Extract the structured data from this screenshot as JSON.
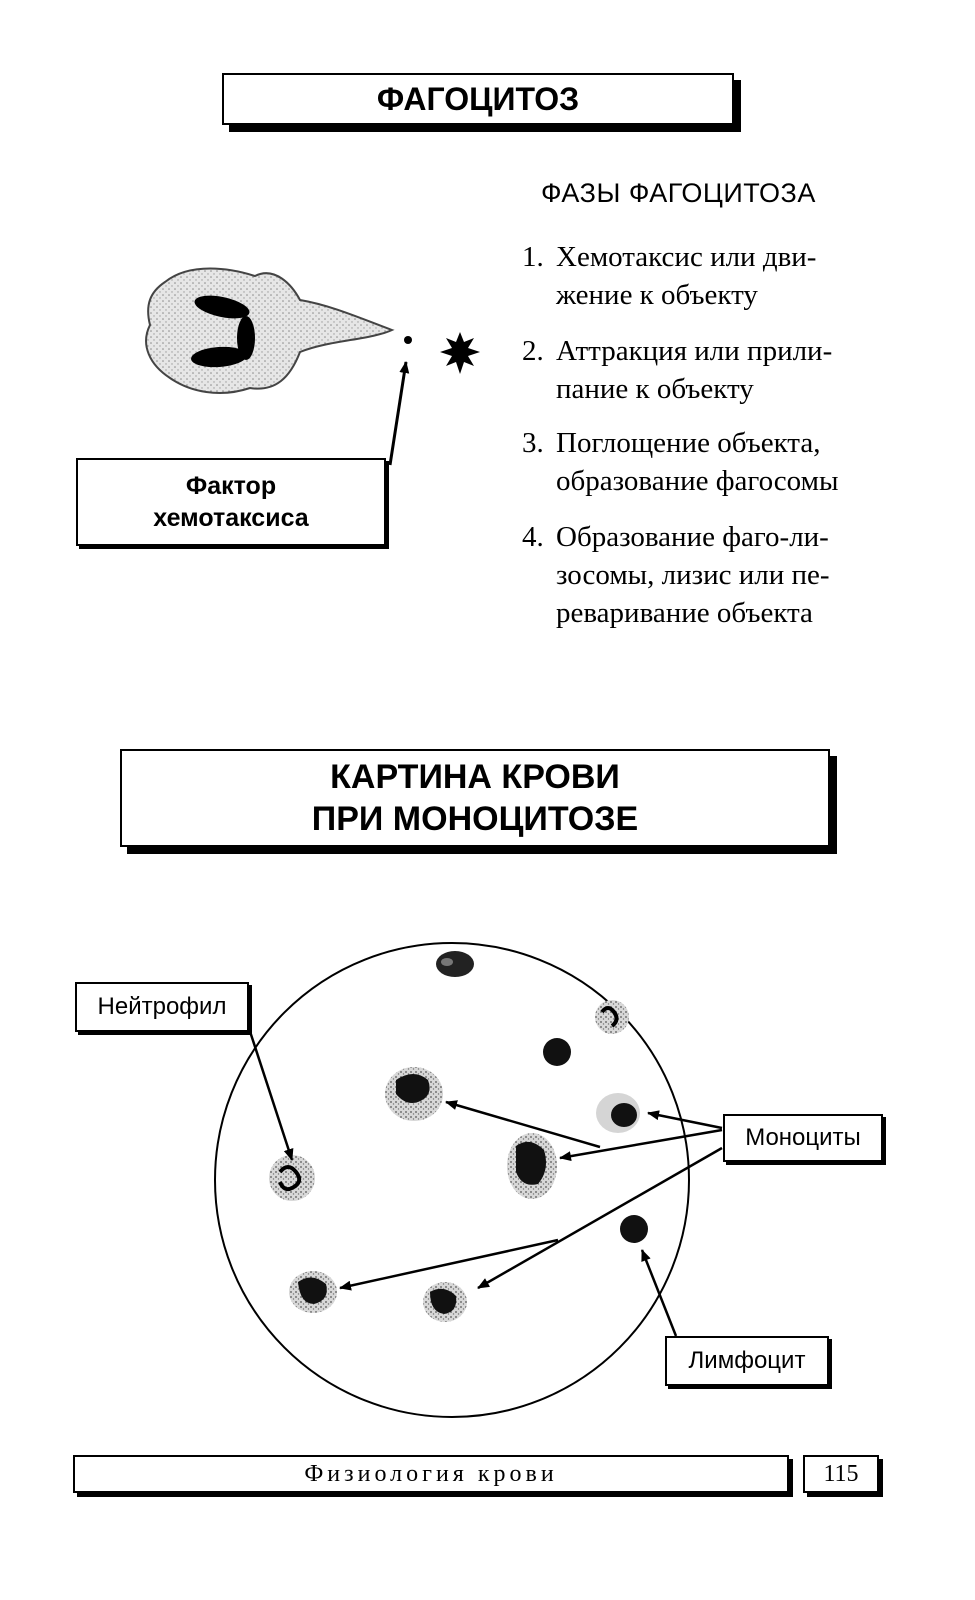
{
  "section1": {
    "title": "ФАГОЦИТОЗ",
    "phases_heading": "ФАЗЫ ФАГОЦИТОЗА",
    "phases": [
      {
        "num": "1.",
        "line1": "Хемотаксис или дви-",
        "line2": "жение к объекту"
      },
      {
        "num": "2.",
        "line1": "Аттракция или прили-",
        "line2": "пание к объекту"
      },
      {
        "num": "3.",
        "line1": "Поглощение объекта,",
        "line2": "образование фагосомы"
      },
      {
        "num": "4.",
        "line1": "Образование фаго-ли-",
        "line2": "зосомы, лизис или пе-",
        "line3": "реваривание объекта"
      }
    ],
    "factor_label_1": "Фактор",
    "factor_label_2": "хемотаксиса"
  },
  "section2": {
    "title_1": "КАРТИНА КРОВИ",
    "title_2": "ПРИ МОНОЦИТОЗЕ",
    "neutrophil_label": "Нейтрофил",
    "monocytes_label": "Моноциты",
    "lymphocyte_label": "Лимфоцит"
  },
  "footer": {
    "section_name": "Физиология крови",
    "page_number": "115"
  }
}
